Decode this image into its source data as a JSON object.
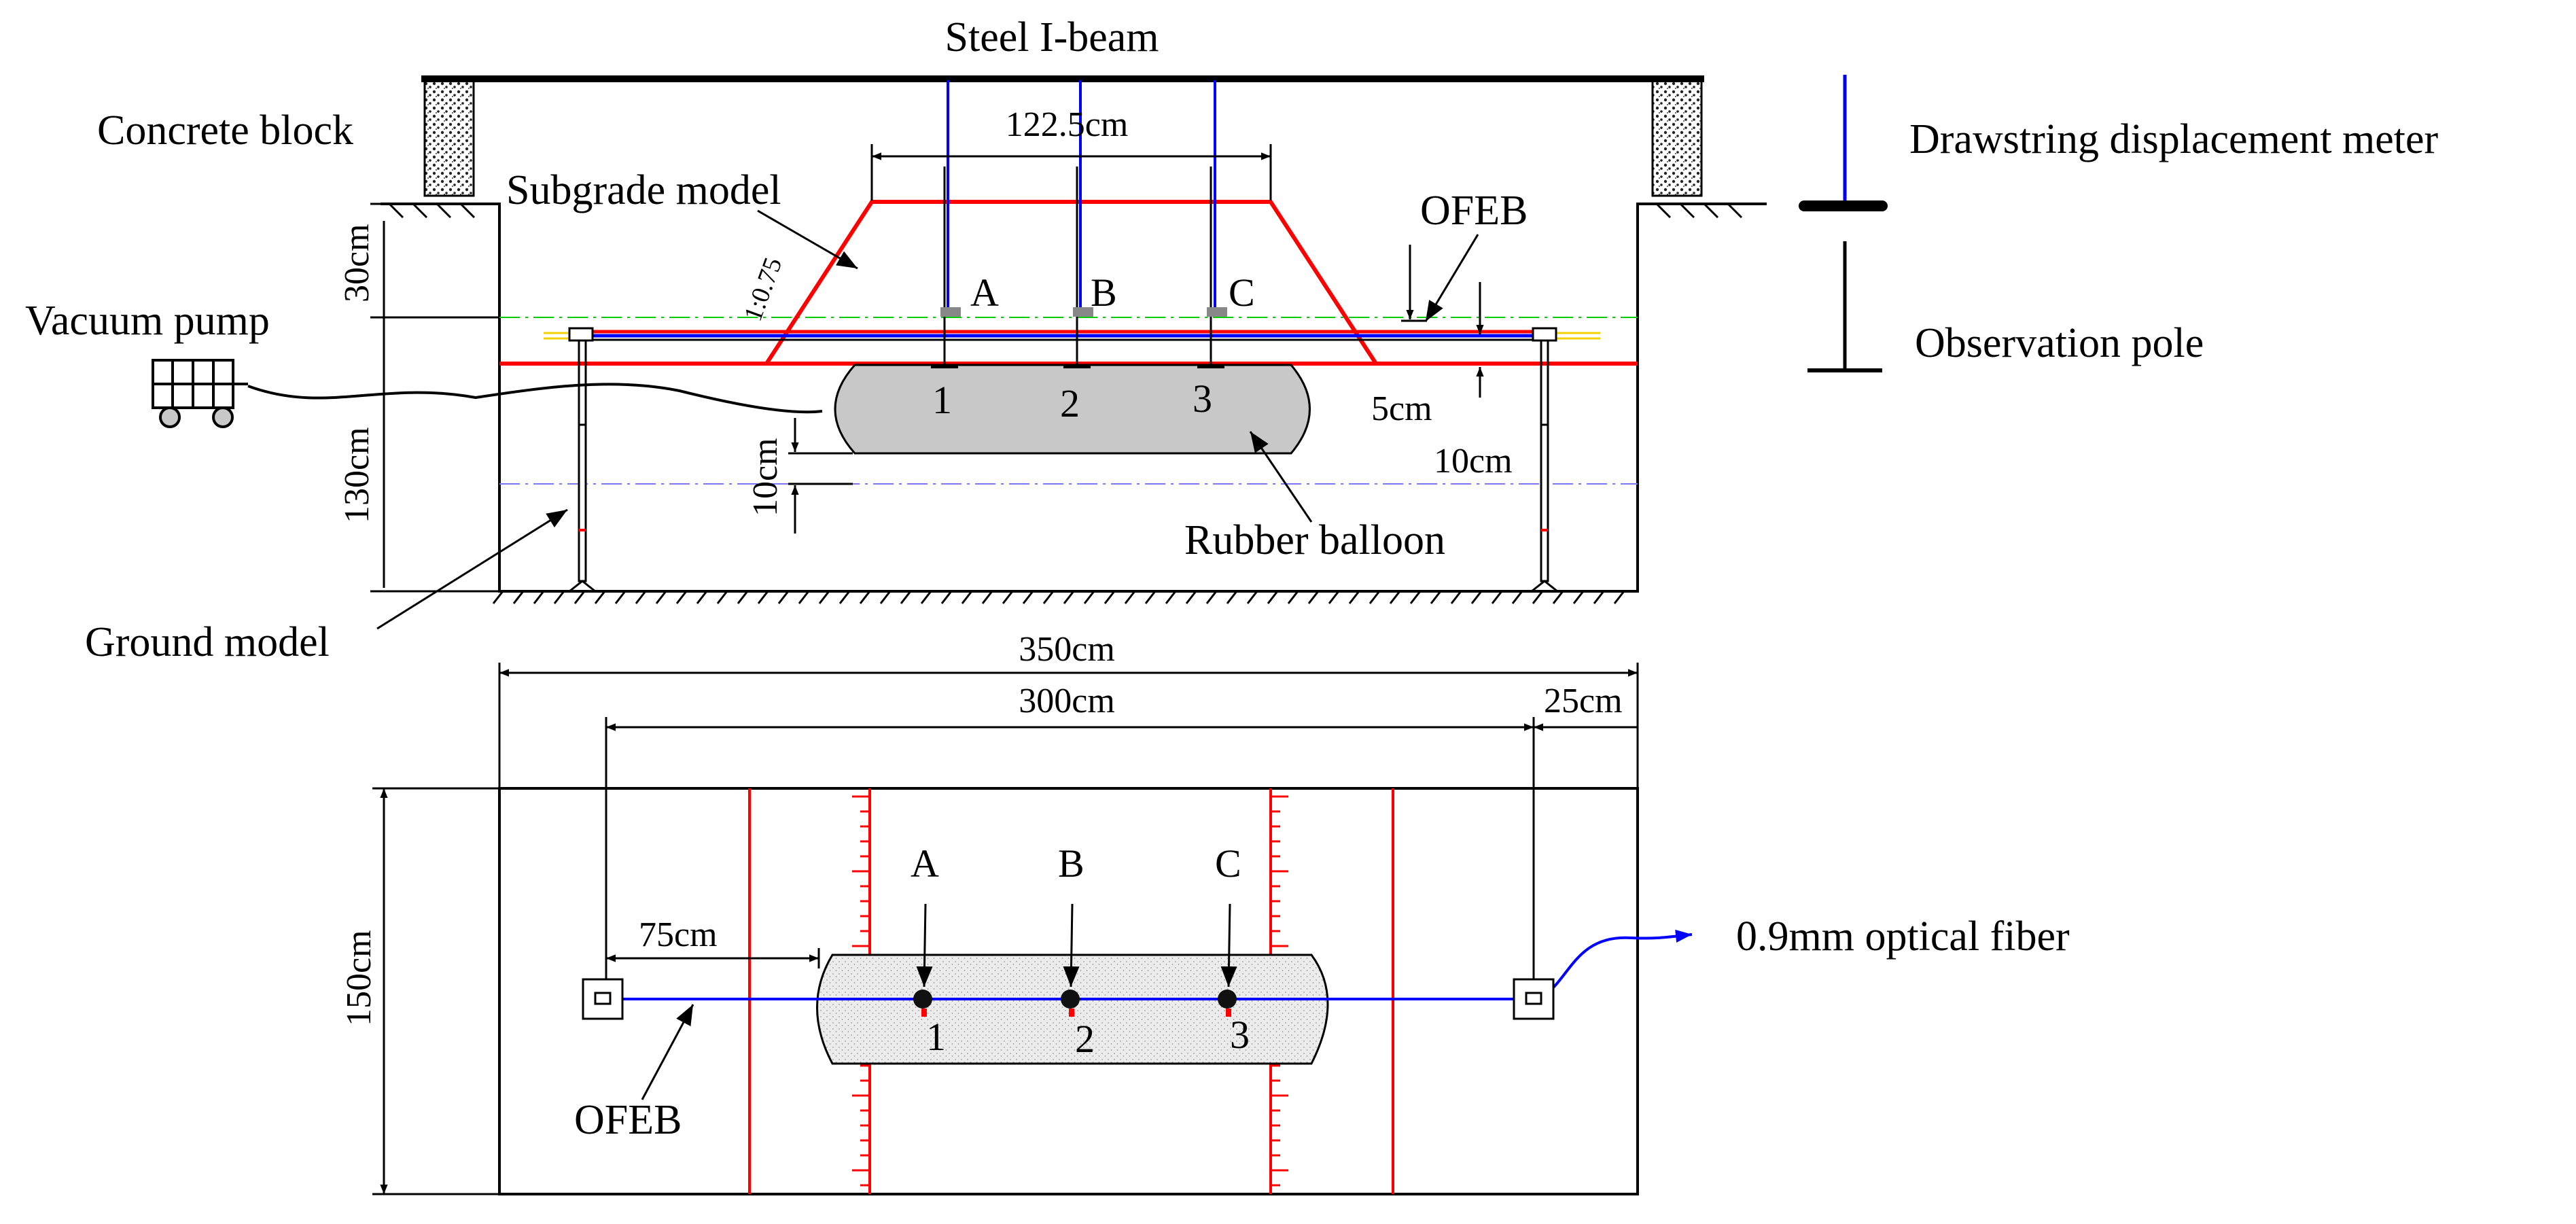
{
  "labels": {
    "steel_ibeam": "Steel I-beam",
    "concrete_block": "Concrete block",
    "subgrade_model": "Subgrade model",
    "ofeb_top": "OFEB",
    "vacuum_pump": "Vacuum pump",
    "rubber_balloon": "Rubber balloon",
    "ground_model": "Ground model",
    "drawstring_meter": "Drawstring displacement meter",
    "observation_pole": "Observation pole",
    "optical_fiber": "0.9mm optical fiber",
    "ofeb_bottom": "OFEB",
    "slope": "1:0.75"
  },
  "dimensions": {
    "top_width": "122.5cm",
    "subgrade_height": "30cm",
    "ground_height": "130cm",
    "beam_gap": "5cm",
    "beam_offset": "10cm",
    "balloon_offset": "10cm",
    "total_length": "350cm",
    "anchor_span": "300cm",
    "end_offset": "25cm",
    "plan_width": "150cm",
    "balloon_start": "75cm"
  },
  "points": {
    "section_letters": [
      "A",
      "B",
      "C"
    ],
    "section_numbers": [
      "1",
      "2",
      "3"
    ],
    "plan_letters": [
      "A",
      "B",
      "C"
    ],
    "plan_numbers": [
      "1",
      "2",
      "3"
    ]
  },
  "colors": {
    "subgrade": "#ff0000",
    "fiber": "#0000ff",
    "balloon": "#c8c8c8",
    "green_ref": "#00cc00",
    "blue_ref": "#7777ff"
  }
}
